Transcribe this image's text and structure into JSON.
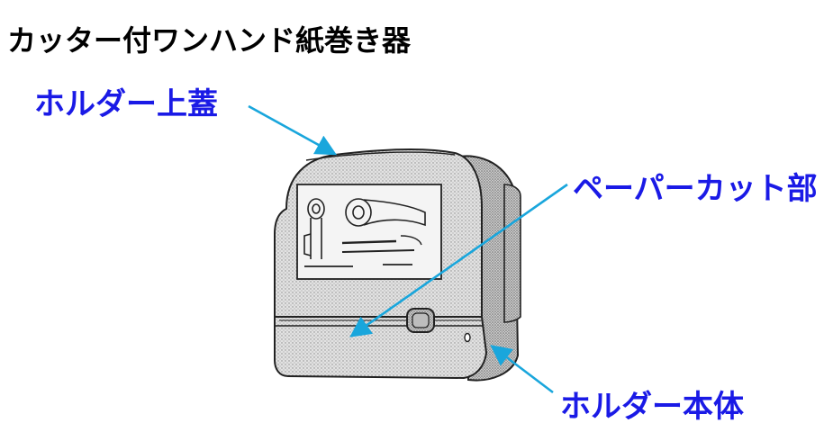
{
  "title": "カッター付ワンハンド紙巻き器",
  "callouts": {
    "top_lid": "ホルダー上蓋",
    "paper_cut": "ペーパーカット部",
    "body": "ホルダー本体"
  },
  "colors": {
    "callout_text": "#1a1ae6",
    "arrow": "#19a6dc",
    "title_text": "#000000",
    "sketch_ink": "#222222",
    "sketch_fill": "#d9d9d9"
  },
  "icons": {
    "paper_roll": "paper-roll-icon"
  }
}
